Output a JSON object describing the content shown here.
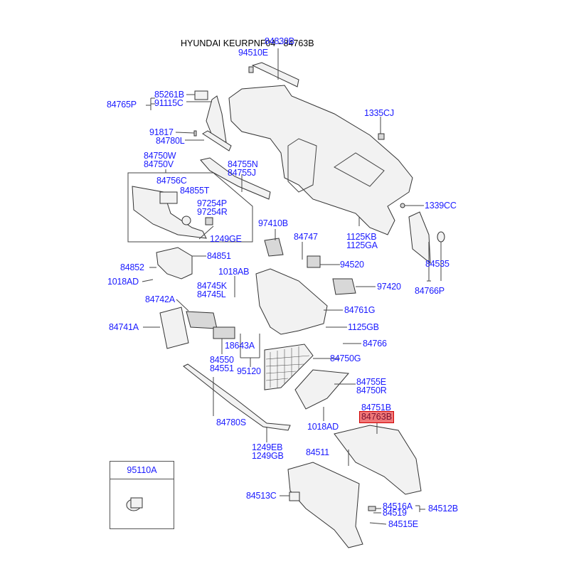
{
  "header": {
    "title": "HYUNDAI KEURPNF04 - 84763B"
  },
  "highlighted_part": "84763B",
  "inset": {
    "label": "95110A"
  },
  "callouts": {
    "p84830B": "84830B",
    "p94510E": "94510E",
    "p85261B": "85261B",
    "p91115C": "91115C",
    "p84765P": "84765P",
    "p91817": "91817",
    "p84780L": "84780L",
    "p1335CJ": "1335CJ",
    "p84750W": "84750W",
    "p84750V": "84750V",
    "p84755N": "84755N",
    "p84755J": "84755J",
    "p84756C": "84756C",
    "p84855T": "84855T",
    "p97254P": "97254P",
    "p97254R": "97254R",
    "p1249GE": "1249GE",
    "p1339CC": "1339CC",
    "p97410B": "97410B",
    "p84747": "84747",
    "p1125KB": "1125KB",
    "p1125GA": "1125GA",
    "p84851": "84851",
    "p84852": "84852",
    "p1018AD_a": "1018AD",
    "p1018AB": "1018AB",
    "p94520": "94520",
    "p84535": "84535",
    "p84766P": "84766P",
    "p84745K": "84745K",
    "p84745L": "84745L",
    "p97420": "97420",
    "p84742A": "84742A",
    "p84761G": "84761G",
    "p84741A": "84741A",
    "p1125GB": "1125GB",
    "p18643A": "18643A",
    "p84766": "84766",
    "p84550": "84550",
    "p84551": "84551",
    "p95120": "95120",
    "p84750G": "84750G",
    "p84755E": "84755E",
    "p84750R": "84750R",
    "p84751B": "84751B",
    "p84780S": "84780S",
    "p1018AD_b": "1018AD",
    "p1249EB": "1249EB",
    "p1249GB": "1249GB",
    "p84511": "84511",
    "p84513C": "84513C",
    "p84516A": "84516A",
    "p84519": "84519",
    "p84512B": "84512B",
    "p84515E": "84515E"
  }
}
